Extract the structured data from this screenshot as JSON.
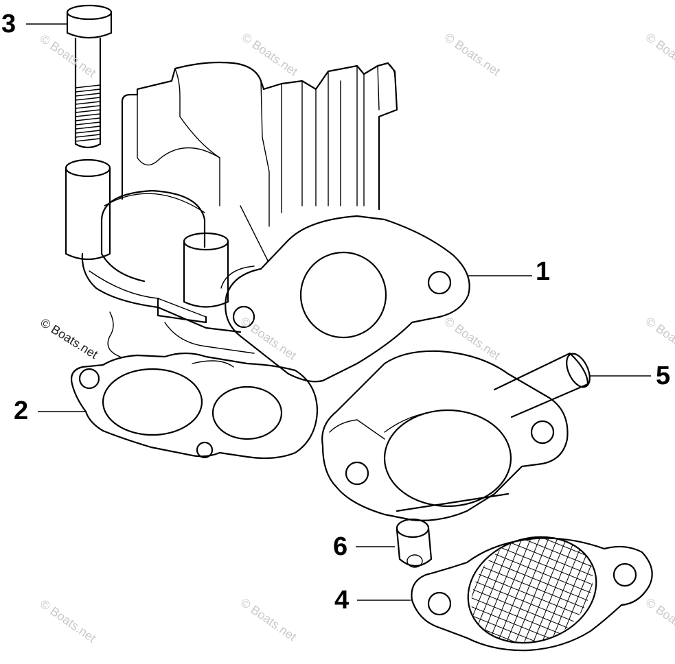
{
  "callouts": {
    "c1": "1",
    "c2": "2",
    "c3": "3",
    "c4": "4",
    "c5": "5",
    "c6": "6"
  },
  "watermark": {
    "text": "© Boats.net"
  },
  "colors": {
    "line": "#000000",
    "watermark": "#c9c9c9",
    "background": "#ffffff"
  }
}
